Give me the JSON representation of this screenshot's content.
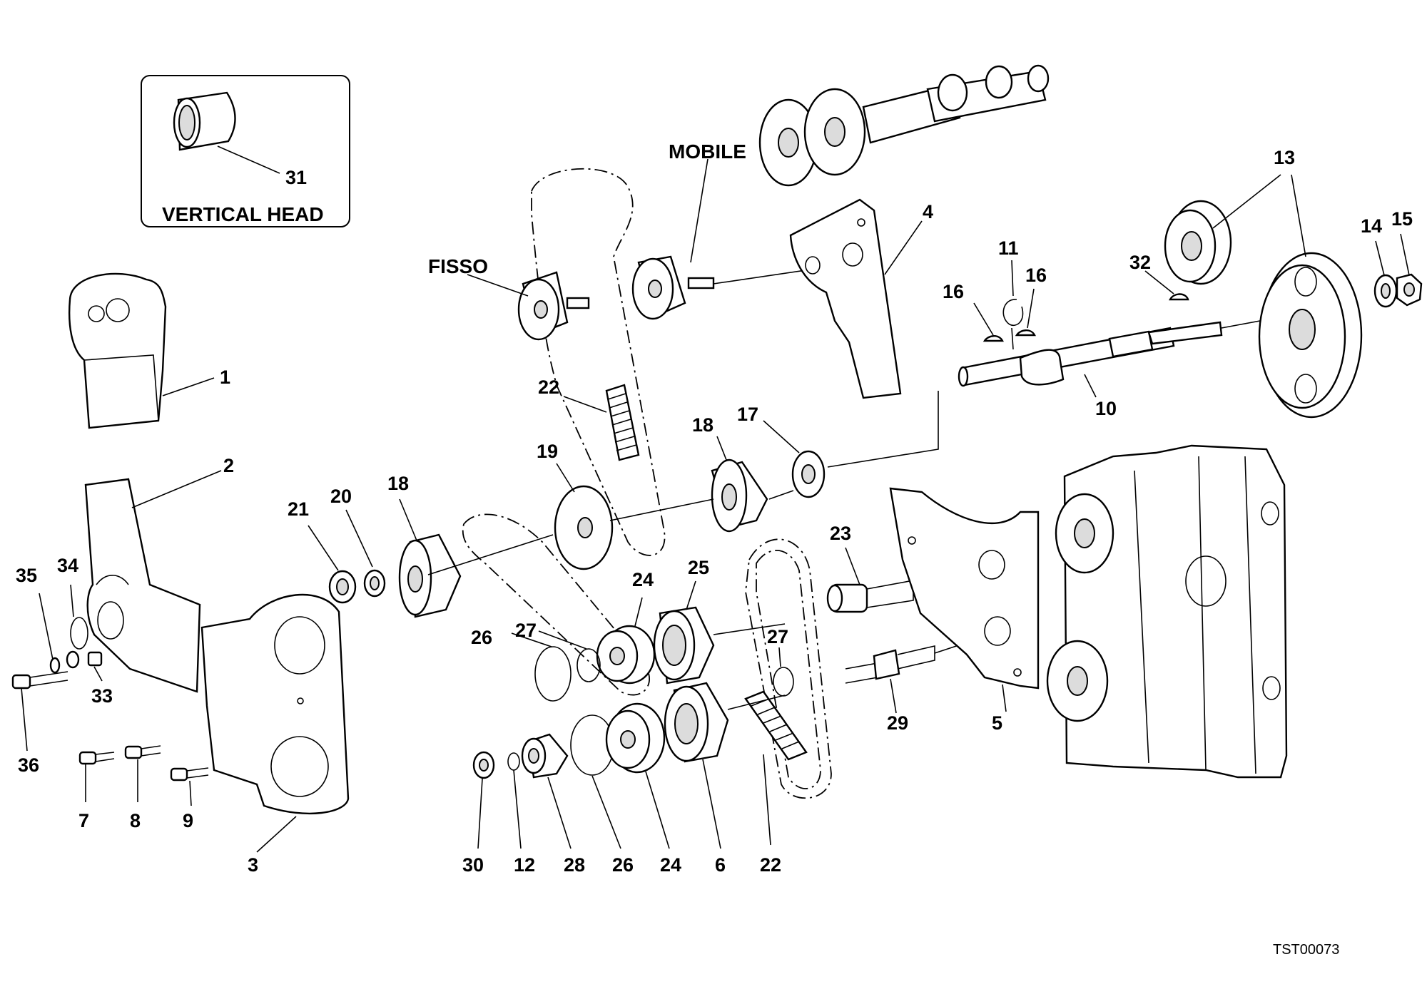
{
  "inset": {
    "title": "VERTICAL HEAD",
    "part_label": "31"
  },
  "words": {
    "fisso": "FISSO",
    "mobile": "MOBILE"
  },
  "reference_code": "TST00073",
  "labels": {
    "l1": "1",
    "l2": "2",
    "l3": "3",
    "l4": "4",
    "l5": "5",
    "l6": "6",
    "l7": "7",
    "l8": "8",
    "l9": "9",
    "l10": "10",
    "l11": "11",
    "l12": "12",
    "l13": "13",
    "l14": "14",
    "l15": "15",
    "l16a": "16",
    "l16b": "16",
    "l17": "17",
    "l18a": "18",
    "l18b": "18",
    "l19": "19",
    "l20": "20",
    "l21": "21",
    "l22a": "22",
    "l22b": "22",
    "l23": "23",
    "l24a": "24",
    "l24b": "24",
    "l25": "25",
    "l26a": "26",
    "l26b": "26",
    "l27a": "27",
    "l27b": "27",
    "l28": "28",
    "l29": "29",
    "l30": "30",
    "l32": "32",
    "l33": "33",
    "l34": "34",
    "l35": "35",
    "l36": "36"
  }
}
